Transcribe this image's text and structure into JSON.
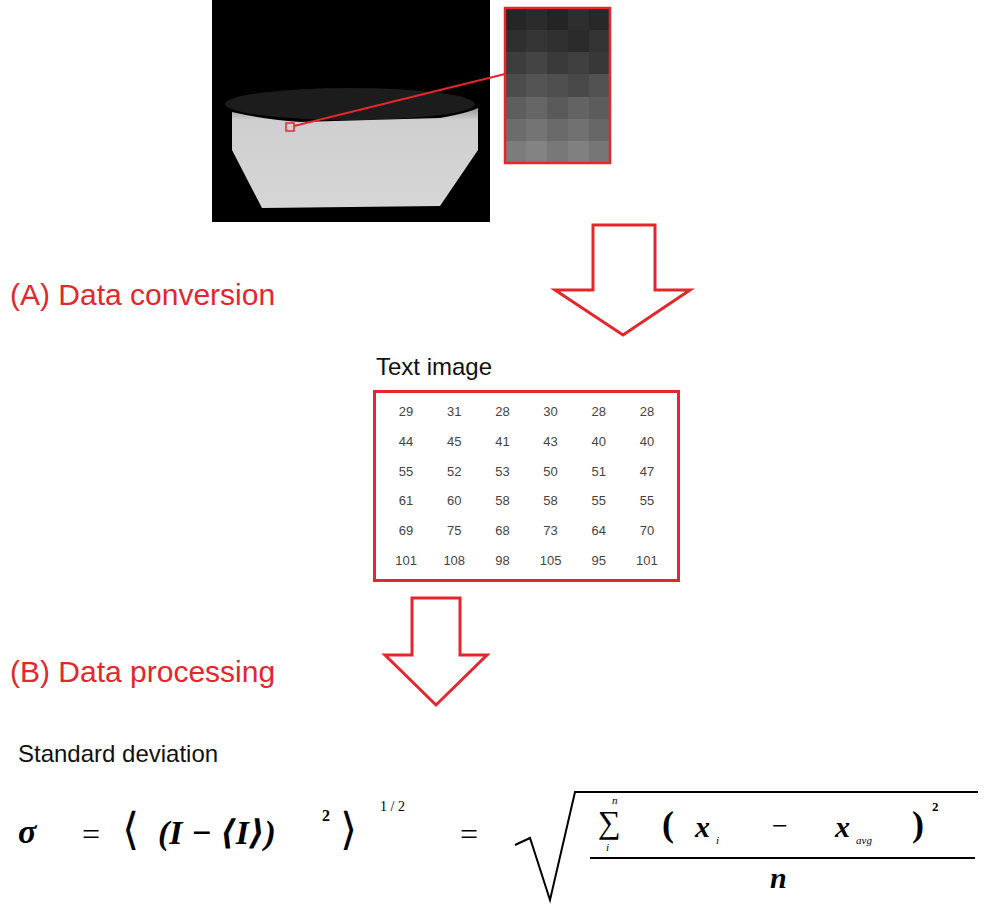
{
  "diagram": {
    "nodes": [
      {
        "text": [
          "Text image",
          "29",
          "31",
          "28",
          "30",
          "28",
          "28",
          "44",
          "45",
          "41",
          "43",
          "40",
          "40",
          "55",
          "52",
          "53",
          "50",
          "51",
          "47",
          "61",
          "60",
          "58",
          "58",
          "55",
          "55",
          "69",
          "75",
          "68",
          "73",
          "64",
          "70",
          "101",
          "108",
          "98",
          "105",
          "95",
          "101"
        ]
      }
    ],
    "labels": [
      "(A) Data conversion",
      "(B) Data processing",
      "Standard deviation",
      "σ",
      "=",
      "⟨",
      "(I − ⟨I⟩)",
      "2",
      "⟩",
      "1 / 2",
      "=",
      "∑",
      "n",
      "i",
      "(",
      "x",
      "i",
      "−",
      "x",
      "avg",
      ")",
      "2",
      "n"
    ]
  }
}
